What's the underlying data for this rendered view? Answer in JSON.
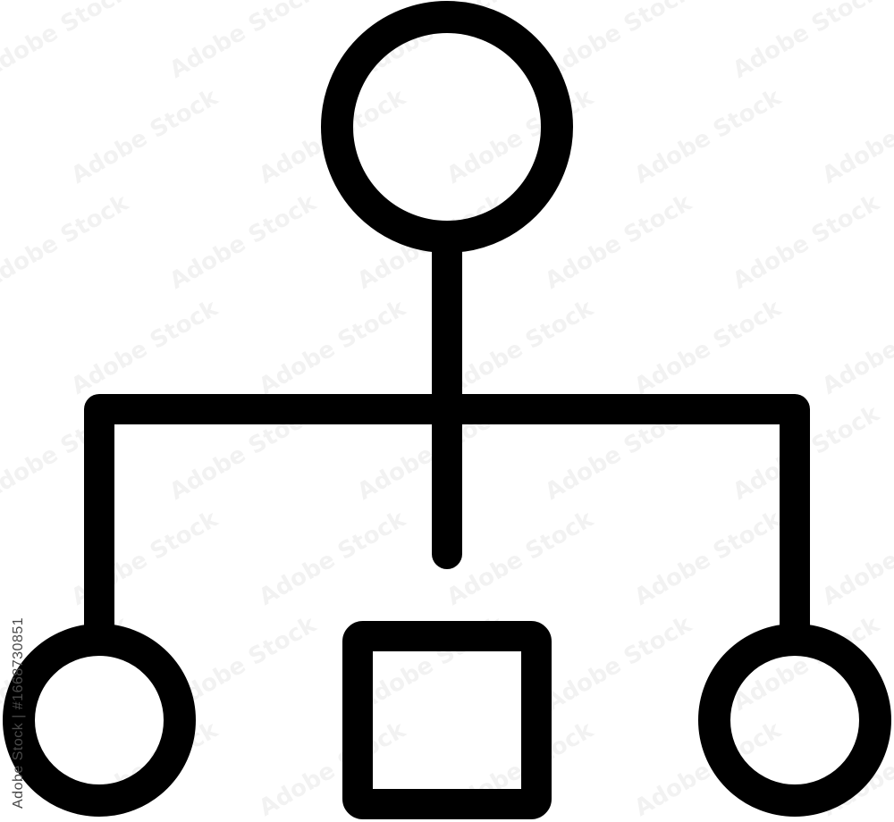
{
  "icon": {
    "name": "hierarchy-icon",
    "stroke_color": "#000000",
    "background": "#ffffff"
  },
  "nodes": {
    "top": {
      "shape": "circle"
    },
    "left": {
      "shape": "circle"
    },
    "center": {
      "shape": "square"
    },
    "right": {
      "shape": "circle"
    }
  },
  "watermark": {
    "brand": "Adobe Stock",
    "stock_id": "Adobe Stock | #1668730851",
    "tile_text": "Adobe Stock"
  }
}
